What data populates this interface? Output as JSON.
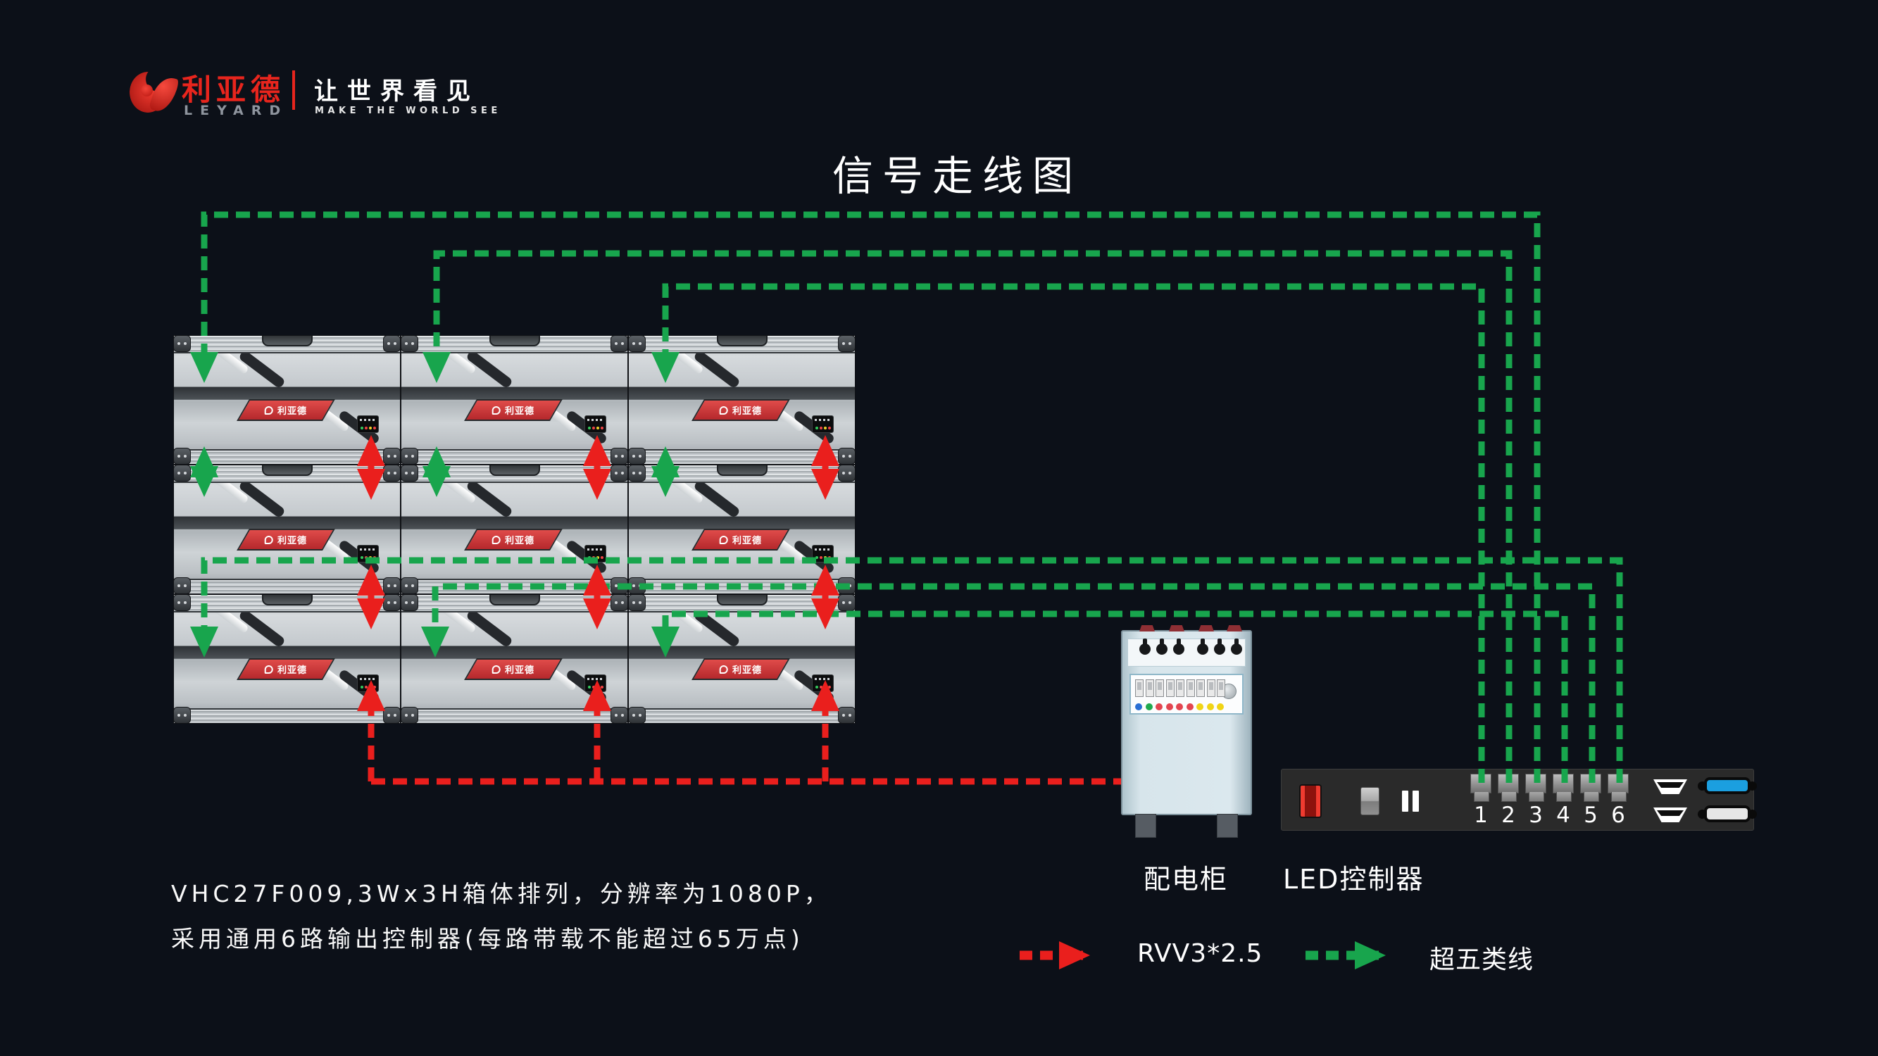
{
  "colors": {
    "background": "#0c1018",
    "signal_green": "#18a54d",
    "power_red": "#ea1f1d",
    "brand_red": "#e8251d",
    "dvi_blue": "#1b9fe0"
  },
  "brand": {
    "name_cn": "利亚德",
    "name_en": "LEYARD",
    "slogan_cn": "让世界看见",
    "slogan_en": "MAKE THE WORLD SEE"
  },
  "title": "信号走线图",
  "grid": {
    "rows": 3,
    "cols": 3,
    "cabinet_badge": "利亚德"
  },
  "power_cabinet": {
    "label": "配电柜",
    "indicator_colors": [
      "#2a6fd4",
      "#1fa94e",
      "#e34550",
      "#e34550",
      "#e34550",
      "#e34550",
      "#f0d416",
      "#f0d416",
      "#f0d416"
    ]
  },
  "controller": {
    "label": "LED控制器",
    "ports": [
      "1",
      "2",
      "3",
      "4",
      "5",
      "6"
    ]
  },
  "notes": [
    "VHC27F009,3Wx3H箱体排列，分辨率为1080P，",
    "采用通用6路输出控制器(每路带载不能超过65万点)"
  ],
  "legend": {
    "power": {
      "label": "RVV3*2.5"
    },
    "signal": {
      "label": "超五类线"
    }
  }
}
